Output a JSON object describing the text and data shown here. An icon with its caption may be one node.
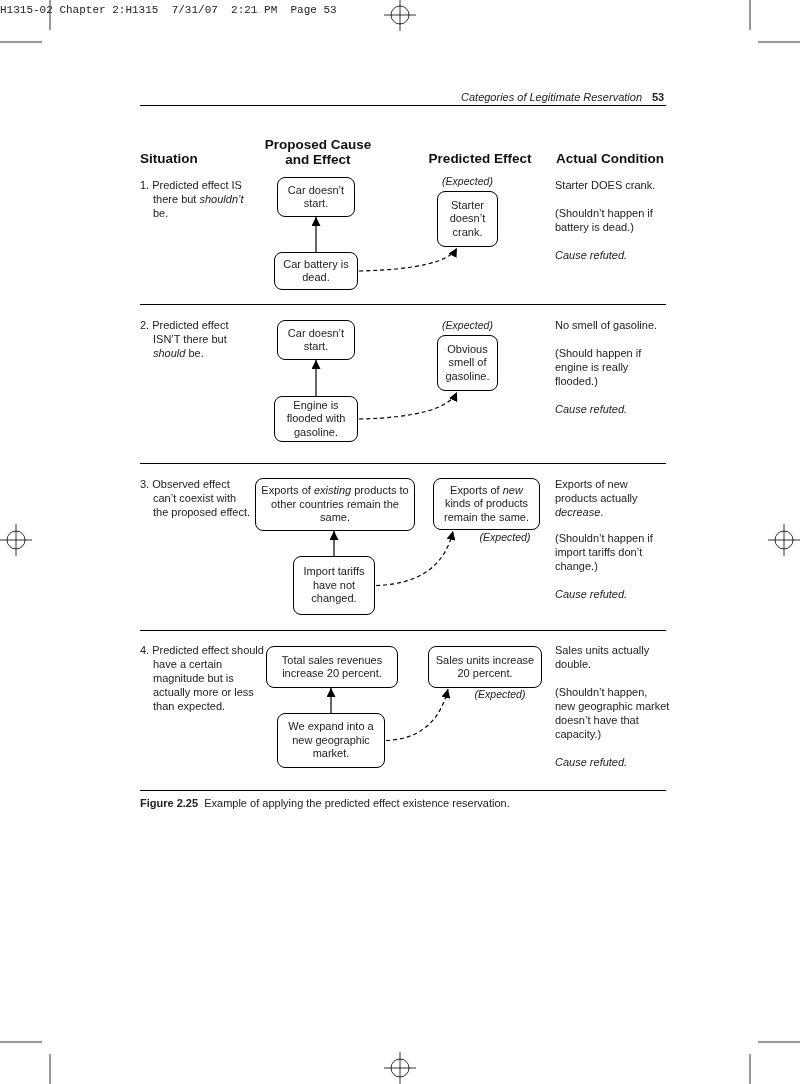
{
  "diagram": {
    "caption": "**Figure 2.25**  Example of applying the predicted effect existence reservation.",
    "nodes": [
      {
        "text": [
          "Car doesn’t start."
        ]
      },
      {
        "text": [
          "Starter doesn’t crank."
        ],
        "beside": [
          "(Expected)"
        ]
      },
      {
        "text": [
          "Car battery is dead."
        ]
      },
      {
        "text": [
          "Car doesn’t start."
        ]
      },
      {
        "text": [
          "Obvious smell of gasoline."
        ],
        "beside": [
          "(Expected)"
        ]
      },
      {
        "text": [
          "Engine is flooded with gasoline."
        ]
      },
      {
        "text": [
          "Exports of *existing* products to other countries remain the same."
        ]
      },
      {
        "text": [
          "Exports of *new* kinds of products remain the same."
        ],
        "beside": [
          "(Expected)"
        ]
      },
      {
        "text": [
          "Import tariffs have not changed."
        ]
      },
      {
        "text": [
          "Total sales revenues increase 20 percent."
        ]
      },
      {
        "text": [
          "Sales units increase 20 percent."
        ],
        "beside": [
          "(Expected)"
        ]
      },
      {
        "text": [
          "We expand into a new geographic market."
        ]
      }
    ],
    "edges": [
      {
        "from": 2,
        "to": 0,
        "arrow": "to"
      },
      {
        "from": 2,
        "to": 1,
        "arrow": "to",
        "style": "dashed"
      },
      {
        "from": 5,
        "to": 3,
        "arrow": "to"
      },
      {
        "from": 5,
        "to": 4,
        "arrow": "to",
        "style": "dashed"
      },
      {
        "from": 8,
        "to": 6,
        "arrow": "to"
      },
      {
        "from": 8,
        "to": 7,
        "arrow": "to",
        "style": "dashed"
      },
      {
        "from": 11,
        "to": 9,
        "arrow": "to"
      },
      {
        "from": 11,
        "to": 10,
        "arrow": "to",
        "style": "dashed"
      }
    ],
    "labels": [
      "H1315-02 Chapter 2:H1315  7/31/07  2:21 PM  Page 53",
      "Categories of Legitimate Reservation",
      "53",
      "Situation",
      "Proposed Cause and Effect",
      "Predicted Effect",
      "Actual Condition",
      "1. Predicted effect IS there but *shouldn’t* be.",
      "Starter DOES crank.",
      "(Shouldn’t happen if battery is dead.)",
      "Cause refuted.",
      "2. Predicted effect ISN’T there but *should* be.",
      "No smell of gasoline.",
      "(Should happen if engine is really flooded.)",
      "Cause refuted.",
      "3. Observed effect can’t coexist with the proposed effect.",
      "Exports of new products actually *decrease*.",
      "(Shouldn’t happen if import tariffs don’t change.)",
      "Cause refuted.",
      "4. Predicted effect should have a certain magnitude but is actually more or less than expected.",
      "Sales units actually double.",
      "(Shouldn’t happen, new geographic market doesn’t have that capacity.)",
      "Cause refuted."
    ]
  }
}
